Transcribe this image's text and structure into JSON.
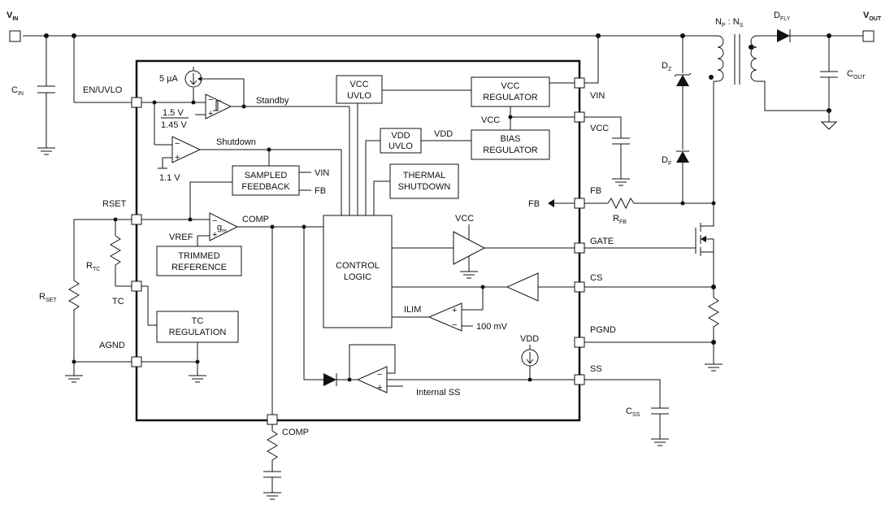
{
  "pins": {
    "vin_main": "V",
    "vin_sub": "IN",
    "vout_main": "V",
    "vout_sub": "OUT",
    "en_uvlo": "EN/UVLO",
    "rset": "RSET",
    "tc": "TC",
    "agnd": "AGND",
    "comp_bottom": "COMP",
    "vin_ic": "VIN",
    "vcc_ic": "VCC",
    "fb_ic": "FB",
    "gate": "GATE",
    "cs": "CS",
    "pgnd": "PGND",
    "ss": "SS"
  },
  "blocks": {
    "vcc_uvlo": [
      "VCC",
      "UVLO"
    ],
    "vcc_regulator": [
      "VCC",
      "REGULATOR"
    ],
    "vdd_uvlo": [
      "VDD",
      "UVLO"
    ],
    "bias_regulator": [
      "BIAS",
      "REGULATOR"
    ],
    "sampled_feedback": [
      "SAMPLED",
      "FEEDBACK"
    ],
    "thermal_shutdown": [
      "THERMAL",
      "SHUTDOWN"
    ],
    "control_logic": [
      "CONTROL",
      "LOGIC"
    ],
    "trimmed_reference": [
      "TRIMMED",
      "REFERENCE"
    ],
    "tc_regulation": [
      "TC",
      "REGULATION"
    ]
  },
  "labels": {
    "current_source": "5 µA",
    "th_high": "1.5 V",
    "th_low": "1.45 V",
    "standby": "Standby",
    "shutdown": "Shutdown",
    "ref_1v1": "1.1 V",
    "sf_vin": "VIN",
    "sf_fb": "FB",
    "vdd_net": "VDD",
    "vcc_net": "VCC",
    "vref": "VREF",
    "gm_main": "g",
    "gm_sub": "m",
    "comp_net": "COMP",
    "fb_arrow": "FB",
    "vcc_driver": "VCC",
    "ilim": "ILIM",
    "ilim_ref": "100 mV",
    "vdd_source": "VDD",
    "internal_ss": "Internal SS"
  },
  "components": {
    "cin_main": "C",
    "cin_sub": "IN",
    "rset_main": "R",
    "rset_sub": "SET",
    "rtc_main": "R",
    "rtc_sub": "TC",
    "rfb_main": "R",
    "rfb_sub": "FB",
    "dz_main": "D",
    "dz_sub": "Z",
    "df_main": "D",
    "df_sub": "F",
    "dfly_main": "D",
    "dfly_sub": "FLY",
    "cout_main": "C",
    "cout_sub": "OUT",
    "css_main": "C",
    "css_sub": "SS",
    "np_main": "N",
    "np_sub": "P",
    "ns_main": "N",
    "ns_sub": "S",
    "ratio_sep": " : "
  }
}
